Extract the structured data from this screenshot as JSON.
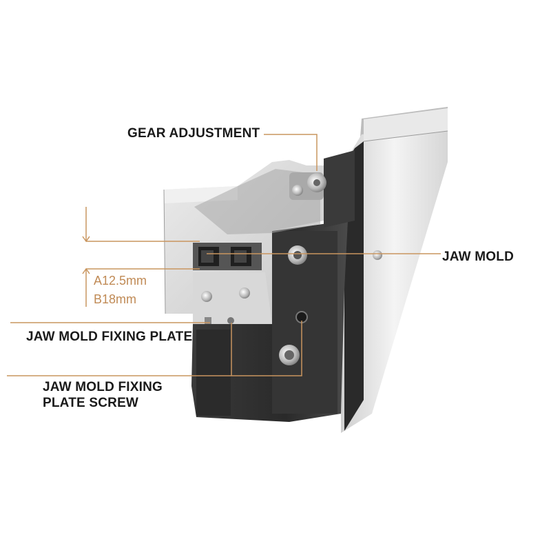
{
  "labels": {
    "gear_adjustment": "GEAR ADJUSTMENT",
    "jaw_mold": "JAW MOLD",
    "fixing_plate": "JAW MOLD FIXING PLATE",
    "fixing_screw_line1": "JAW MOLD FIXING",
    "fixing_screw_line2": "PLATE SCREW"
  },
  "dimensions": {
    "a": "A12.5mm",
    "b": "B18mm"
  },
  "colors": {
    "leader_line": "#c9955f",
    "frame_steel": "#d9d9d9",
    "body_dark": "#2f2f2f"
  }
}
